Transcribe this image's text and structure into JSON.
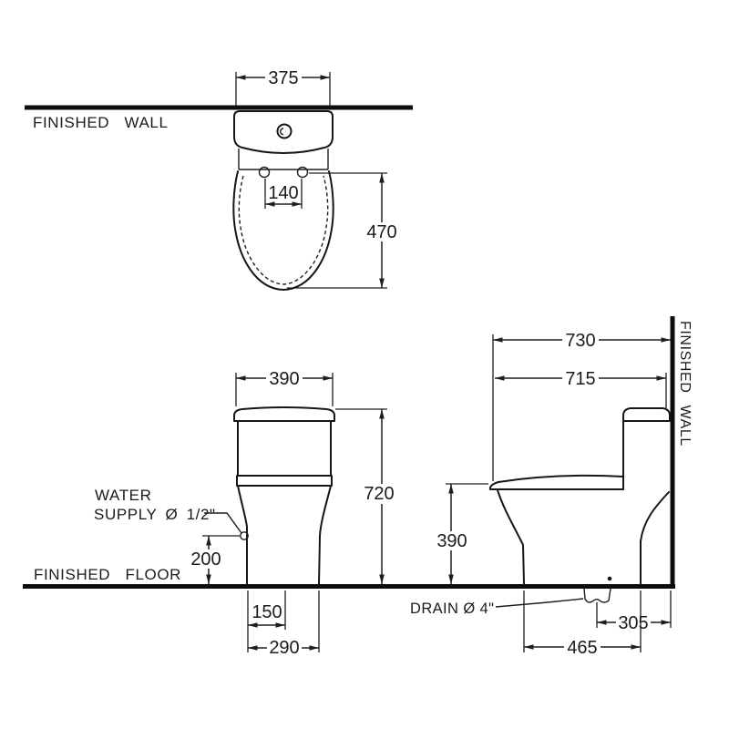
{
  "top_view": {
    "wall_label": "FINISHED WALL",
    "dim_width": "375",
    "dim_hinge_spacing": "140",
    "dim_depth": "470"
  },
  "front_view": {
    "dim_tank_width": "390",
    "dim_height": "720",
    "dim_supply_height": "200",
    "dim_supply_offset": "150",
    "dim_base_width": "290",
    "floor_label": "FINISHED FLOOR",
    "water_supply_line1": "WATER",
    "water_supply_line2": "SUPPLY Ø 1/2\""
  },
  "side_view": {
    "wall_label": "FINISHED WALL",
    "dim_depth_overall": "730",
    "dim_depth_tank": "715",
    "dim_seat_height": "390",
    "dim_drain_to_wall": "305",
    "dim_base_depth": "465",
    "drain_label": "DRAIN Ø 4\""
  },
  "style": {
    "line_color": "#1e1e1e",
    "background": "#ffffff"
  }
}
